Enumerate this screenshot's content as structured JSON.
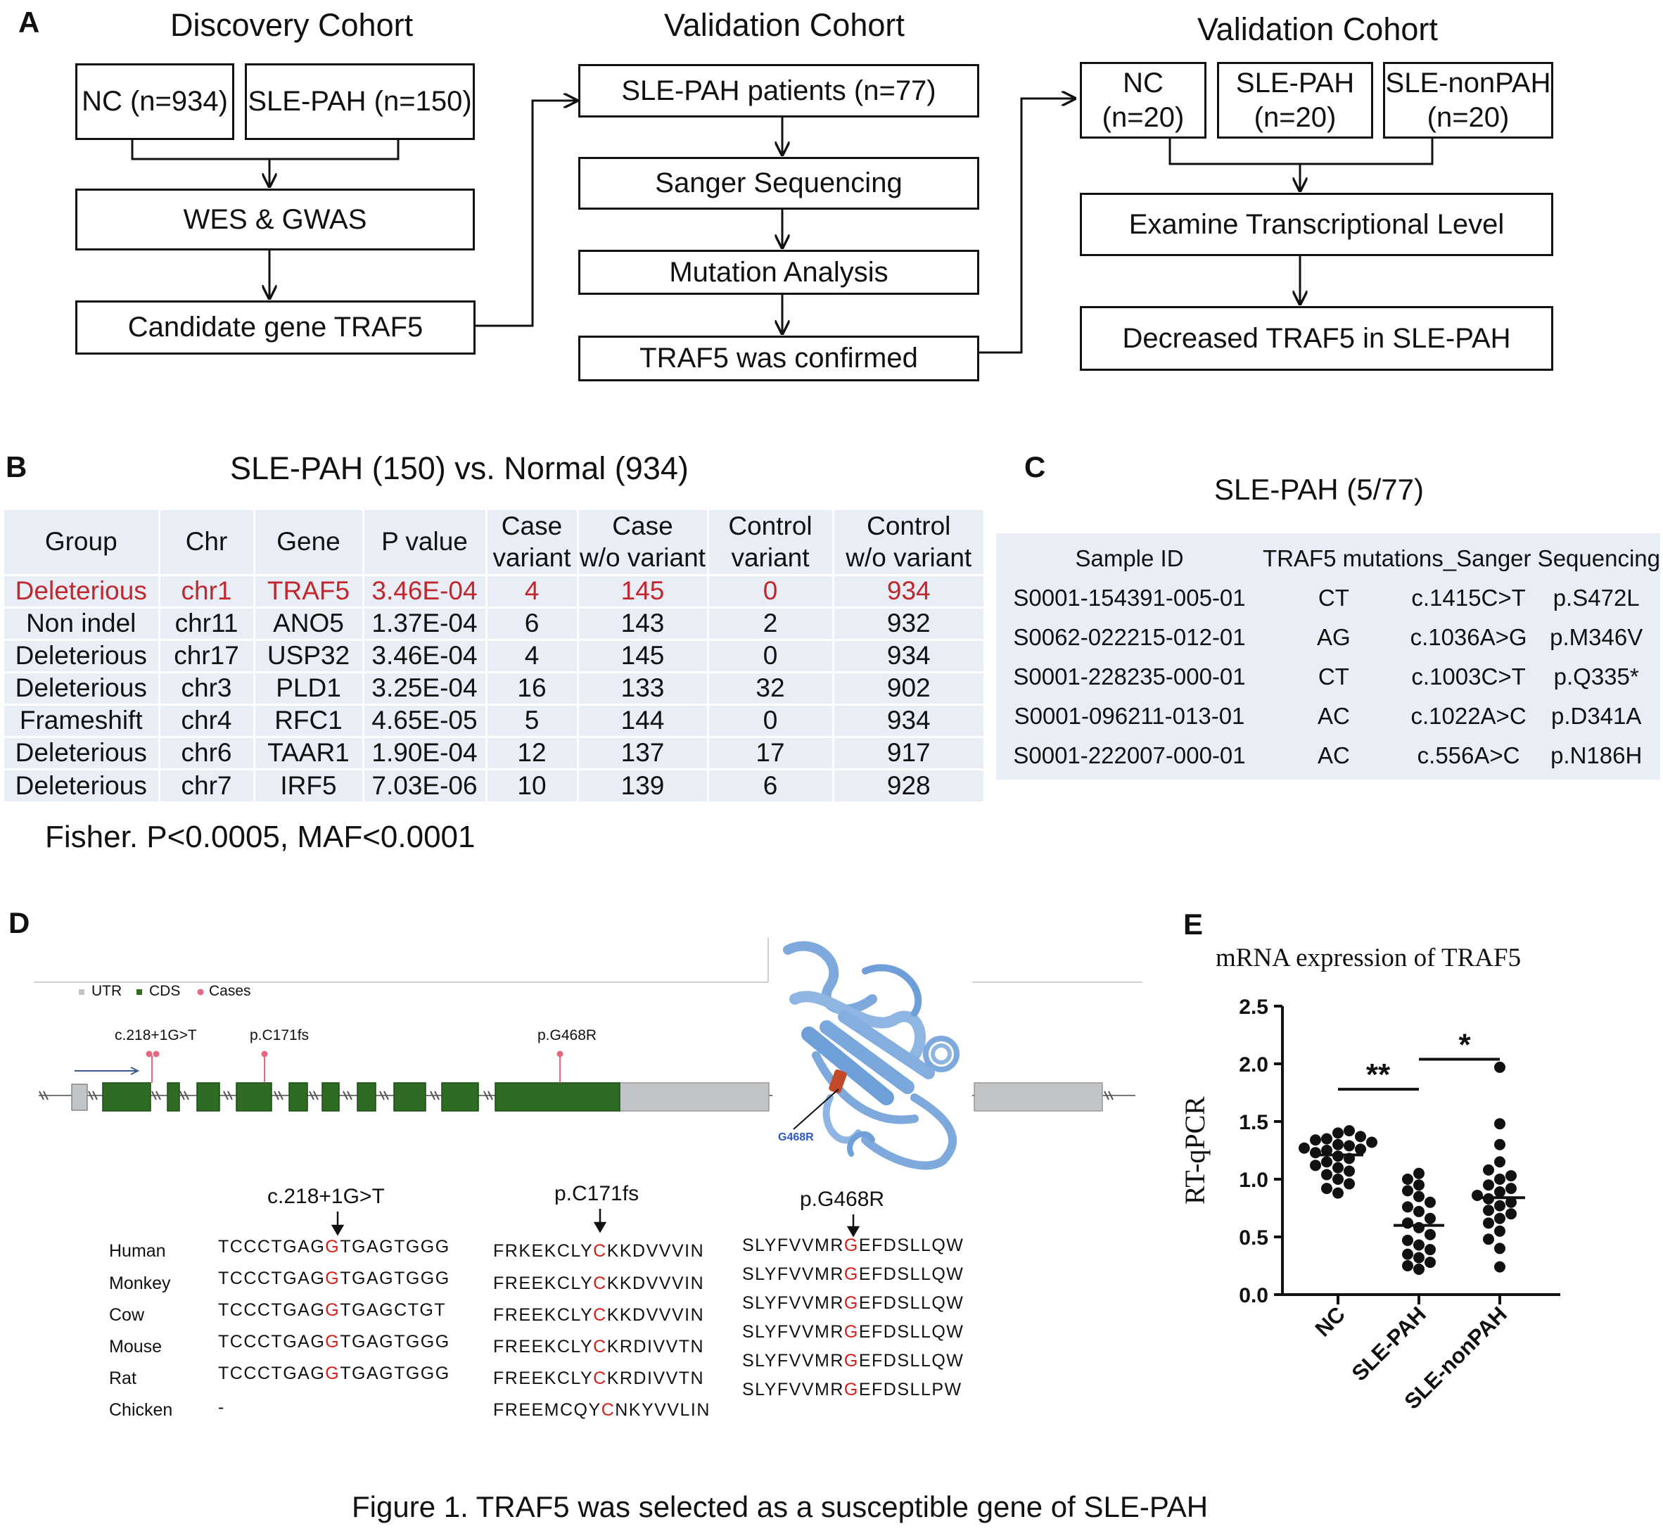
{
  "panel_a": {
    "label": "A",
    "col1": {
      "title": "Discovery Cohort",
      "nc": "NC (n=934)",
      "case": "SLE-PAH (n=150)",
      "step1": "WES & GWAS",
      "step2": "Candidate gene TRAF5"
    },
    "col2": {
      "title": "Validation Cohort",
      "step0": "SLE-PAH patients (n=77)",
      "step1": "Sanger Sequencing",
      "step2": "Mutation Analysis",
      "step3": "TRAF5 was confirmed"
    },
    "col3": {
      "title": "Validation Cohort",
      "nc_line1": "NC",
      "nc_line2": "(n=20)",
      "pah_line1": "SLE-PAH",
      "pah_line2": "(n=20)",
      "nonpah_line1": "SLE-nonPAH",
      "nonpah_line2": "(n=20)",
      "step1": "Examine Transcriptional Level",
      "step2": "Decreased TRAF5 in SLE-PAH"
    }
  },
  "panel_b": {
    "label": "B",
    "title": "SLE-PAH (150) vs. Normal (934)",
    "headers": [
      [
        "Group",
        ""
      ],
      [
        "Chr",
        ""
      ],
      [
        "Gene",
        ""
      ],
      [
        "P value",
        ""
      ],
      [
        "Case",
        "variant"
      ],
      [
        "Case",
        "w/o variant"
      ],
      [
        "Control",
        "variant"
      ],
      [
        "Control",
        "w/o variant"
      ]
    ],
    "rows": [
      [
        "Deleterious",
        "chr1",
        "TRAF5",
        "3.46E-04",
        "4",
        "145",
        "0",
        "934"
      ],
      [
        "Non indel",
        "chr11",
        "ANO5",
        "1.37E-04",
        "6",
        "143",
        "2",
        "932"
      ],
      [
        "Deleterious",
        "chr17",
        "USP32",
        "3.46E-04",
        "4",
        "145",
        "0",
        "934"
      ],
      [
        "Deleterious",
        "chr3",
        "PLD1",
        "3.25E-04",
        "16",
        "133",
        "32",
        "902"
      ],
      [
        "Frameshift",
        "chr4",
        "RFC1",
        "4.65E-05",
        "5",
        "144",
        "0",
        "934"
      ],
      [
        "Deleterious",
        "chr6",
        "TAAR1",
        "1.90E-04",
        "12",
        "137",
        "17",
        "917"
      ],
      [
        "Deleterious",
        "chr7",
        "IRF5",
        "7.03E-06",
        "10",
        "139",
        "6",
        "928"
      ]
    ],
    "highlight_color": "#c0282d",
    "footnote": "Fisher. P<0.0005, MAF<0.0001"
  },
  "panel_c": {
    "label": "C",
    "title": "SLE-PAH (5/77)",
    "header_id": "Sample ID",
    "header_mut": "TRAF5 mutations_Sanger Sequencing",
    "rows": [
      [
        "S0001-154391-005-01",
        "CT",
        "c.1415C>T",
        "p.S472L"
      ],
      [
        "S0062-022215-012-01",
        "AG",
        "c.1036A>G",
        "p.M346V"
      ],
      [
        "S0001-228235-000-01",
        "CT",
        "c.1003C>T",
        "p.Q335*"
      ],
      [
        "S0001-096211-013-01",
        "AC",
        "c.1022A>C",
        "p.D341A"
      ],
      [
        "S0001-222007-000-01",
        "AC",
        "c.556A>C",
        "p.N186H"
      ]
    ]
  },
  "panel_d": {
    "label": "D",
    "legend": {
      "utr": "UTR",
      "cds": "CDS",
      "cases": "Cases"
    },
    "colors": {
      "utr": "#c2c5c8",
      "cds": "#2e6b23",
      "cases": "#e5677f",
      "structure": "#7da9dd",
      "mutation": "#d2201a"
    },
    "gene_labels": [
      "c.218+1G>T",
      "p.C171fs",
      "p.G468R"
    ],
    "structure_label": "G468R",
    "species": [
      "Human",
      "Monkey",
      "Cow",
      "Mouse",
      "Rat",
      "Chicken"
    ],
    "alignments": [
      {
        "title": "c.218+1G>T",
        "seqs": [
          {
            "pre": "TCCCTGAG",
            "mut": "G",
            "post": "TGAGTGGG"
          },
          {
            "pre": "TCCCTGAG",
            "mut": "G",
            "post": "TGAGTGGG"
          },
          {
            "pre": "TCCCTGAG",
            "mut": "G",
            "post": "TGAGCTGT"
          },
          {
            "pre": "TCCCTGAG",
            "mut": "G",
            "post": "TGAGTGGG"
          },
          {
            "pre": "TCCCTGAG",
            "mut": "G",
            "post": "TGAGTGGG"
          },
          {
            "pre": "-",
            "mut": "",
            "post": ""
          }
        ]
      },
      {
        "title": "p.C171fs",
        "seqs": [
          {
            "pre": "FRKEKCLY",
            "mut": "C",
            "post": "KKDVVVIN"
          },
          {
            "pre": "FREEKCLY",
            "mut": "C",
            "post": "KKDVVVIN"
          },
          {
            "pre": "FREEKCLY",
            "mut": "C",
            "post": "KKDVVVIN"
          },
          {
            "pre": "FREEKCLY",
            "mut": "C",
            "post": "KRDIVVTN"
          },
          {
            "pre": "FREEKCLY",
            "mut": "C",
            "post": "KRDIVVTN"
          },
          {
            "pre": "FREEMCQY",
            "mut": "C",
            "post": "NKYVVLIN"
          }
        ]
      },
      {
        "title": "p.G468R",
        "seqs": [
          {
            "pre": "SLYFVVMR",
            "mut": "G",
            "post": "EFDSLLQW"
          },
          {
            "pre": "SLYFVVMR",
            "mut": "G",
            "post": "EFDSLLQW"
          },
          {
            "pre": "SLYFVVMR",
            "mut": "G",
            "post": "EFDSLLQW"
          },
          {
            "pre": "SLYFVVMR",
            "mut": "G",
            "post": "EFDSLLQW"
          },
          {
            "pre": "SLYFVVMR",
            "mut": "G",
            "post": "EFDSLLQW"
          },
          {
            "pre": "SLYFVVMR",
            "mut": "G",
            "post": "EFDSLLPW"
          }
        ]
      }
    ]
  },
  "panel_e": {
    "label": "E"
  },
  "chart_data": {
    "type": "scatter",
    "title": "mRNA expression of TRAF5",
    "ylabel": "RT-qPCR",
    "xlabel": "",
    "categories": [
      "NC",
      "SLE-PAH",
      "SLE-nonPAH"
    ],
    "ylim": [
      0,
      2.5
    ],
    "yticks": [
      "0.0",
      "0.5",
      "1.0",
      "1.5",
      "2.0",
      "2.5"
    ],
    "grid": false,
    "series": [
      {
        "values": [
          1.42,
          1.4,
          1.37,
          1.35,
          1.34,
          1.32,
          1.3,
          1.29,
          1.27,
          1.26,
          1.25,
          1.23,
          1.2,
          1.18,
          1.15,
          1.12,
          1.1,
          1.07,
          1.04,
          1.0,
          0.96,
          0.92,
          0.88
        ],
        "mean": 1.21
      },
      {
        "values": [
          1.05,
          1.0,
          0.95,
          0.9,
          0.85,
          0.8,
          0.76,
          0.72,
          0.66,
          0.62,
          0.58,
          0.52,
          0.47,
          0.43,
          0.39,
          0.35,
          0.32,
          0.28,
          0.25,
          0.22
        ],
        "mean": 0.6
      },
      {
        "values": [
          1.97,
          1.48,
          1.3,
          1.15,
          1.08,
          1.03,
          1.0,
          0.95,
          0.92,
          0.89,
          0.86,
          0.83,
          0.8,
          0.77,
          0.73,
          0.7,
          0.66,
          0.62,
          0.55,
          0.48,
          0.4,
          0.24
        ],
        "mean": 0.84
      }
    ],
    "significance": [
      "**",
      "*"
    ]
  },
  "caption": "Figure 1. TRAF5 was selected as a susceptible gene of SLE-PAH"
}
